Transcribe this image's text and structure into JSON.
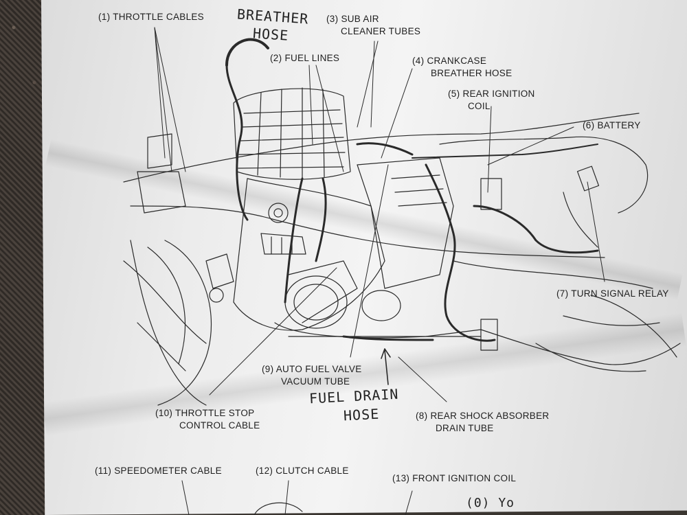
{
  "labels": {
    "l1": "(1) THROTTLE CABLES",
    "l2": "(2) FUEL LINES",
    "l3a": "(3) SUB AIR",
    "l3b": "CLEANER TUBES",
    "l4a": "(4) CRANKCASE",
    "l4b": "BREATHER HOSE",
    "l5a": "(5) REAR IGNITION",
    "l5b": "COIL",
    "l6": "(6) BATTERY",
    "l7": "(7) TURN SIGNAL RELAY",
    "l8a": "(8) REAR SHOCK ABSORBER",
    "l8b": "DRAIN TUBE",
    "l9a": "(9) AUTO FUEL VALVE",
    "l9b": "VACUUM TUBE",
    "l10a": "(10) THROTTLE STOP",
    "l10b": "CONTROL CABLE",
    "l11": "(11) SPEEDOMETER CABLE",
    "l12": "(12) CLUTCH CABLE",
    "l13": "(13) FRONT IGNITION COIL"
  },
  "handwriting": {
    "h1a": "BREATHER",
    "h1b": "HOSE",
    "h2a": "FUEL DRAIN",
    "h2b": "HOSE",
    "h3": "(0) Yo"
  }
}
